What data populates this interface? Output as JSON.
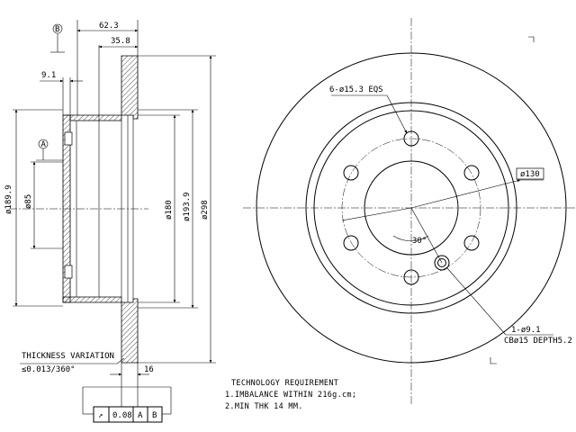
{
  "side_view": {
    "dims": {
      "overall_width": "62.3",
      "hat_depth": "35.8",
      "flange_thickness": "9.1",
      "pilot_dia": "ø85",
      "hub_dia": "ø189.9",
      "inner_dia": "ø180",
      "hat_outer_dia": "ø193.9",
      "outer_dia": "ø298",
      "disc_thickness": "16"
    },
    "datum_a": "A",
    "datum_b": "B"
  },
  "thickness_variation": {
    "title": "THICKNESS VARIATION",
    "value": "≤0.013/360°"
  },
  "tolerance_frame": {
    "symbol": "↗",
    "value": "0.08",
    "datum_1": "A",
    "datum_2": "B"
  },
  "front_view": {
    "bolt_holes_label": "6-ø15.3 EQS",
    "bolt_circle_label": "ø130",
    "angle_label": "30°",
    "aux_hole_line1": "1-ø9.1",
    "aux_hole_line2": "CBø15 DEPTH5.2"
  },
  "tech_req": {
    "title": "TECHNOLOGY REQUIREMENT",
    "line1": "1.IMBALANCE WITHIN 216g.cm;",
    "line2": "2.MIN THK 14 MM."
  }
}
